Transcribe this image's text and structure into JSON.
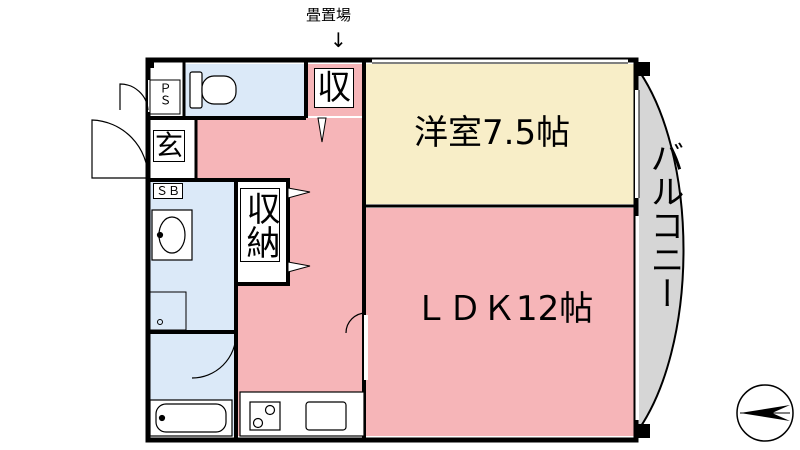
{
  "labels": {
    "tatami_storage": "畳置場",
    "arrow": "↓",
    "storage_top": "収",
    "western_room": "洋室7.5帖",
    "ldk": "ＬＤＫ12帖",
    "entrance": "玄",
    "shoe_box": "ＳＢ",
    "pipe_space": "ＰＳ",
    "closet": "収納",
    "balcony": "バルコニー"
  },
  "colors": {
    "wet_area": "#dbe9f8",
    "ldk_floor": "#f6b5b8",
    "western_floor": "#f8eec8",
    "balcony": "#d6d6d6",
    "wall": "#000000"
  },
  "icons": [
    "toilet-icon",
    "sink-icon",
    "bathtub-icon",
    "stove-icon",
    "compass-icon"
  ]
}
